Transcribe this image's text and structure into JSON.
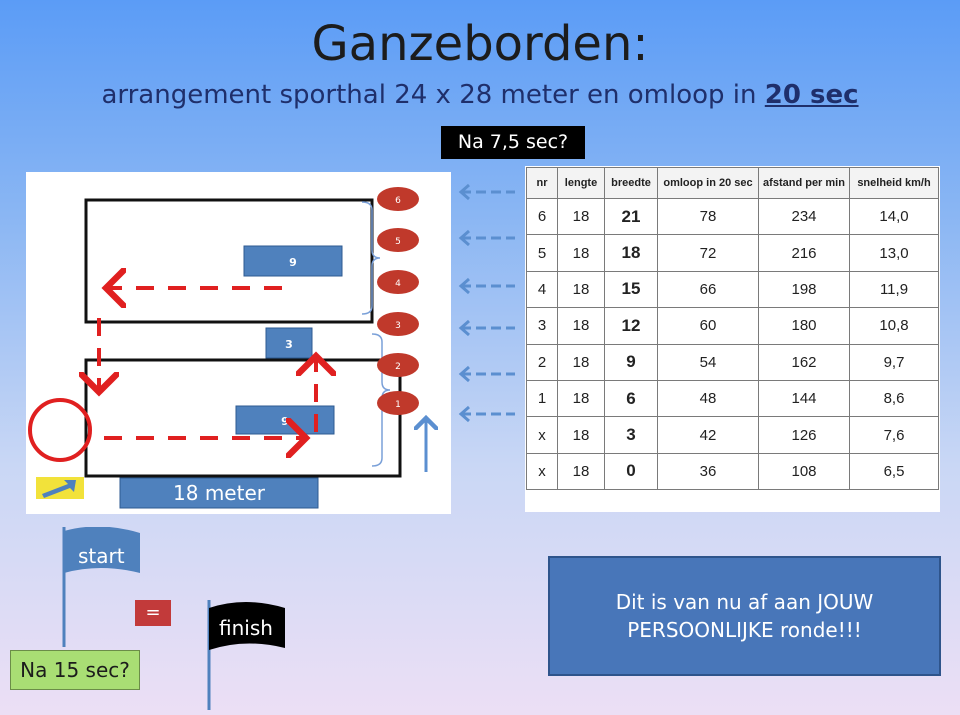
{
  "title": "Ganzeborden:",
  "subtitle": {
    "prefix": "arrangement sporthal 24 x 28 meter en omloop in ",
    "highlight": "20 sec"
  },
  "badge_top": "Na 7,5 sec?",
  "diagram": {
    "cones": [
      "6",
      "5",
      "4",
      "3",
      "2",
      "1"
    ],
    "blocks": [
      "9",
      "3",
      "9"
    ],
    "length_label": "18 meter"
  },
  "table": {
    "headers": [
      "nr",
      "lengte",
      "breedte",
      "omloop in 20 sec",
      "afstand per min",
      "snelheid km/h"
    ],
    "rows": [
      [
        "6",
        "18",
        "21",
        "78",
        "234",
        "14,0"
      ],
      [
        "5",
        "18",
        "18",
        "72",
        "216",
        "13,0"
      ],
      [
        "4",
        "18",
        "15",
        "66",
        "198",
        "11,9"
      ],
      [
        "3",
        "18",
        "12",
        "60",
        "180",
        "10,8"
      ],
      [
        "2",
        "18",
        "9",
        "54",
        "162",
        "9,7"
      ],
      [
        "1",
        "18",
        "6",
        "48",
        "144",
        "8,6"
      ],
      [
        "x",
        "18",
        "3",
        "42",
        "126",
        "7,6"
      ],
      [
        "x",
        "18",
        "0",
        "36",
        "108",
        "6,5"
      ]
    ]
  },
  "start_label": "start",
  "equals_label": "=",
  "finish_label": "finish",
  "badge_bottom": "Na 15 sec?",
  "message": {
    "line1": "Dit is van nu af aan JOUW",
    "line2": "PERSOONLIJKE ronde!!!"
  },
  "colors": {
    "accent_blue": "#4f81bd",
    "cone_red": "#c0392b",
    "path_red": "#e02020",
    "badge_green": "#a9de74"
  }
}
